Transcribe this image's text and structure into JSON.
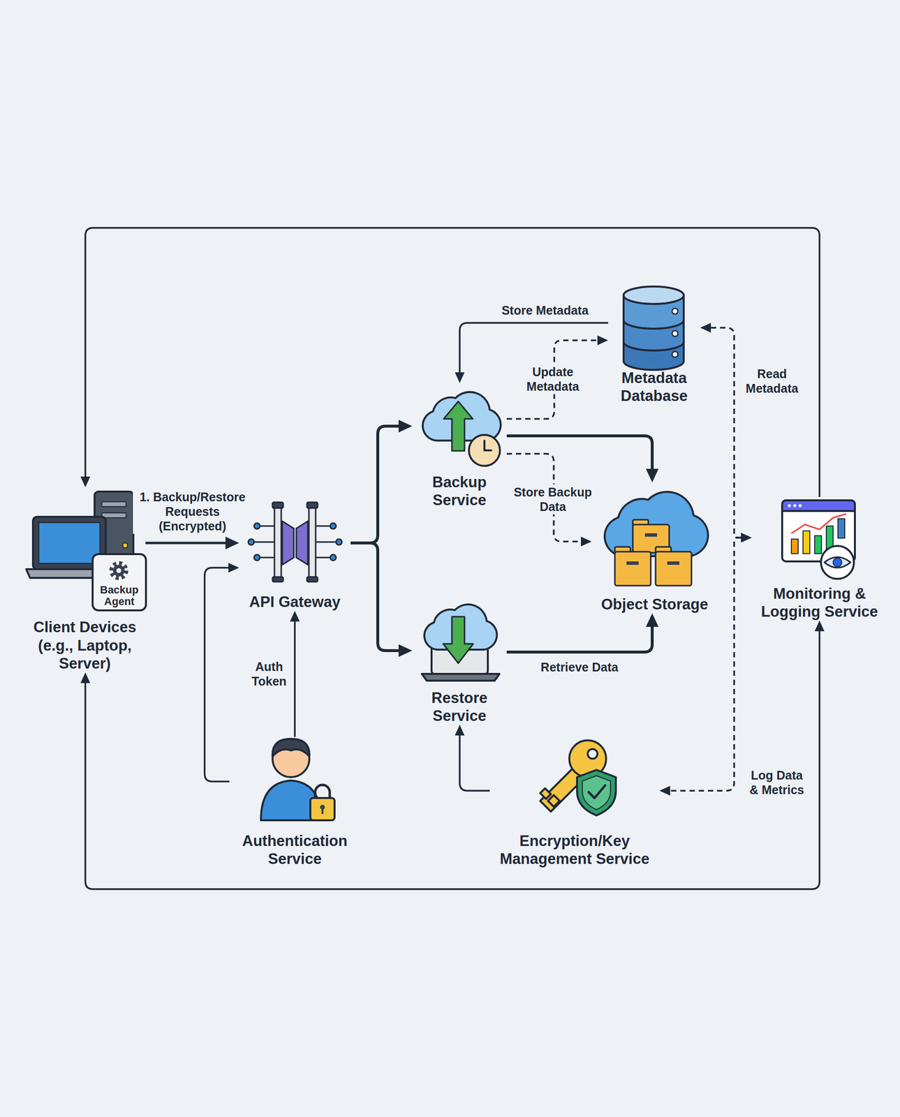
{
  "diagram": {
    "nodes": [
      {
        "text": [
          "Client Devices (e.g., Laptop, Server)"
        ]
      },
      {
        "text": [
          "Backup Agent"
        ],
        "in": 0
      },
      {
        "text": [
          "API Gateway"
        ]
      },
      {
        "text": [
          "Backup Service"
        ]
      },
      {
        "text": [
          "Metadata Database"
        ]
      },
      {
        "text": [
          "Object Storage"
        ]
      },
      {
        "text": [
          "Restore Service"
        ]
      },
      {
        "text": [
          "Monitoring & Logging Service"
        ]
      },
      {
        "text": [
          "Authentication Service"
        ]
      },
      {
        "text": [
          "Encryption/Key Management Service"
        ]
      }
    ],
    "edges": [
      {
        "from": 0,
        "to": 2,
        "label": "1. Backup/Restore Requests (Encrypted)",
        "arrow": "to"
      },
      {
        "from": 2,
        "to": 3,
        "arrow": "to"
      },
      {
        "from": 2,
        "to": 6,
        "arrow": "to"
      },
      {
        "from": 4,
        "to": 3,
        "label": "Store Metadata",
        "arrow": "to"
      },
      {
        "from": 3,
        "to": 4,
        "label": "Update Metadata",
        "arrow": "to"
      },
      {
        "from": 3,
        "to": 5,
        "arrow": "to"
      },
      {
        "from": 3,
        "to": 5,
        "label": "Store Backup Data",
        "arrow": "to"
      },
      {
        "from": 6,
        "to": 5,
        "label": "Retrieve Data",
        "arrow": "to"
      },
      {
        "from": 8,
        "to": 2,
        "label": "Auth Token",
        "arrow": "to"
      },
      {
        "from": 8,
        "to": 2,
        "arrow": "to"
      },
      {
        "from": 9,
        "to": 6,
        "arrow": "to"
      },
      {
        "from": 7,
        "to": 4,
        "label": "Read Metadata",
        "arrow": "both"
      },
      {
        "from": 7,
        "to": 9,
        "label": "Log Data & Metrics",
        "arrow": "both"
      },
      {
        "from": 7,
        "to": 0,
        "arrow": "to"
      },
      {
        "from": 0,
        "to": 7,
        "arrow": "both"
      }
    ]
  }
}
